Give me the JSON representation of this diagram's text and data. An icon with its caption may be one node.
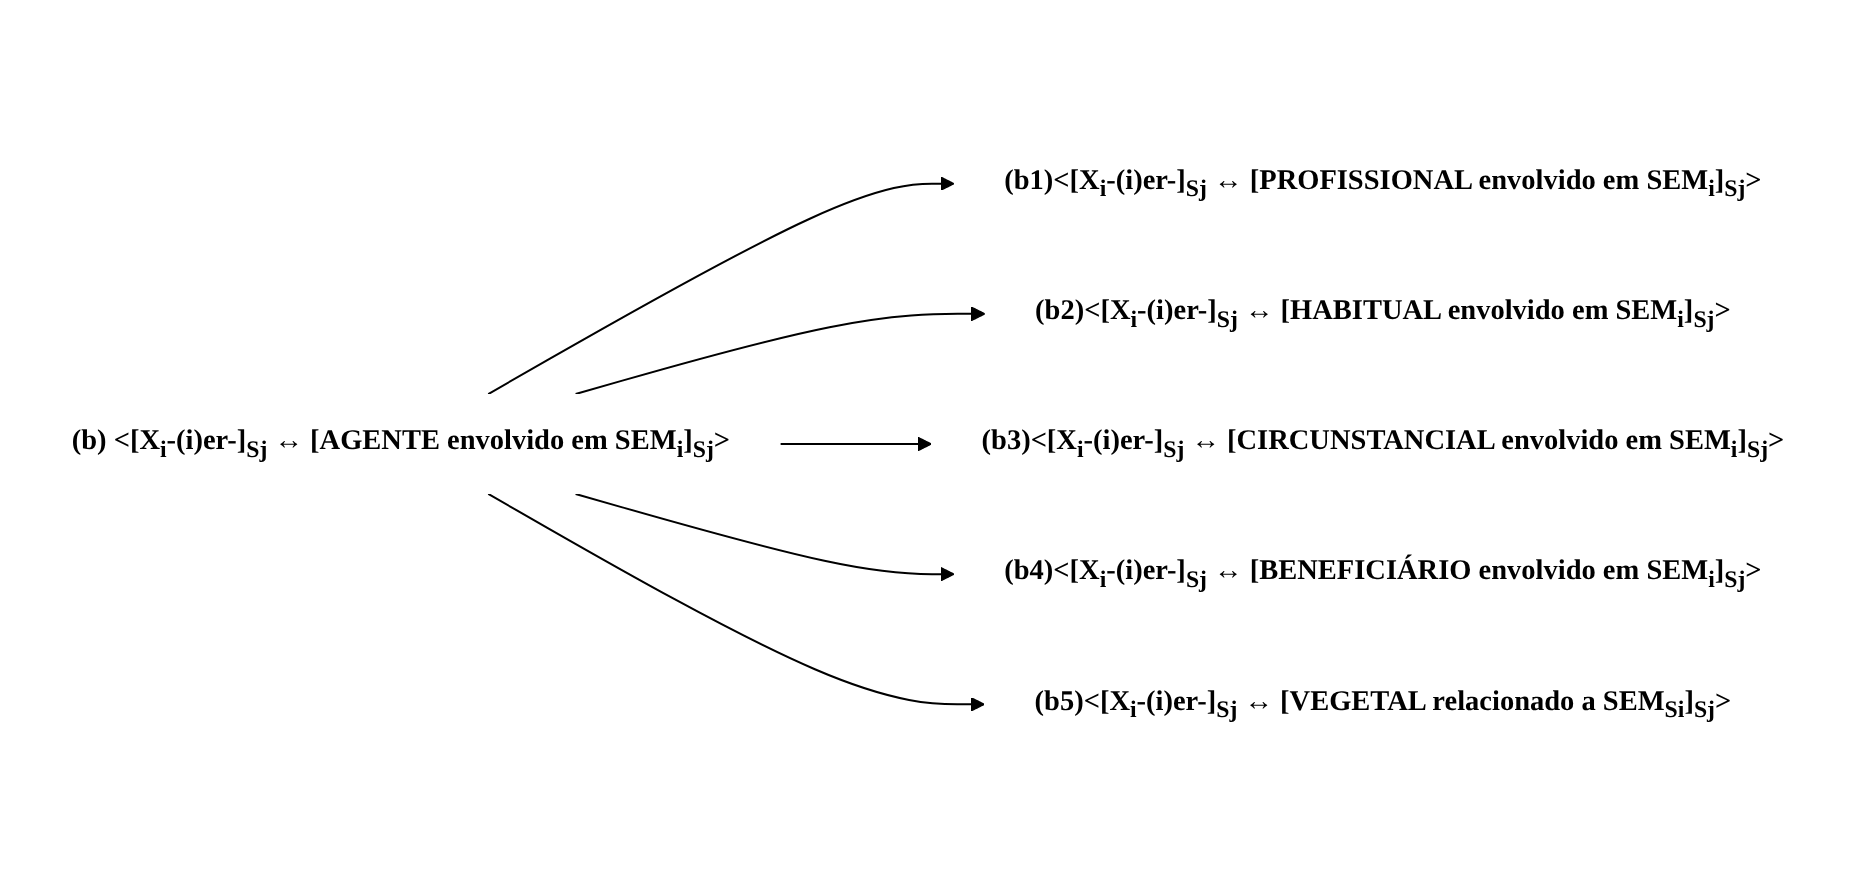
{
  "diagram": {
    "nodes": [
      {
        "text": [
          "(b) <[X$_{i}$-(i)er-]$_{Sj}$ ↔ [AGENTE envolvido em SEM$_{i}$]$_{Sj}$>"
        ]
      },
      {
        "text": [
          "(b1)<[X$_{i}$-(i)er-]$_{Sj}$ ↔ [PROFISSIONAL envolvido em SEM$_{i}$]$_{Sj}$>"
        ]
      },
      {
        "text": [
          "(b2)<[X$_{i}$-(i)er-]$_{Sj}$ ↔ [HABITUAL envolvido em SEM$_{i}$]$_{Sj}$>"
        ]
      },
      {
        "text": [
          "(b3)<[X$_{i}$-(i)er-]$_{Sj}$ ↔ [CIRCUNSTANCIAL envolvido em SEM$_{i}$]$_{Sj}$>"
        ]
      },
      {
        "text": [
          "(b4)<[X$_{i}$-(i)er-]$_{Sj}$ ↔ [BENEFICIÁRIO envolvido em SEM$_{i}$]$_{Sj}$>"
        ]
      },
      {
        "text": [
          "(b5)<[X$_{i}$-(i)er-]$_{Sj}$ ↔ [VEGETAL relacionado a SEM$_{Si}$]$_{Sj}$>"
        ]
      }
    ],
    "edges": [
      {
        "from": 0,
        "to": 1,
        "arrow": "to"
      },
      {
        "from": 0,
        "to": 2,
        "arrow": "to"
      },
      {
        "from": 0,
        "to": 3,
        "arrow": "to"
      },
      {
        "from": 0,
        "to": 4,
        "arrow": "to"
      },
      {
        "from": 0,
        "to": 5,
        "arrow": "to"
      }
    ]
  }
}
